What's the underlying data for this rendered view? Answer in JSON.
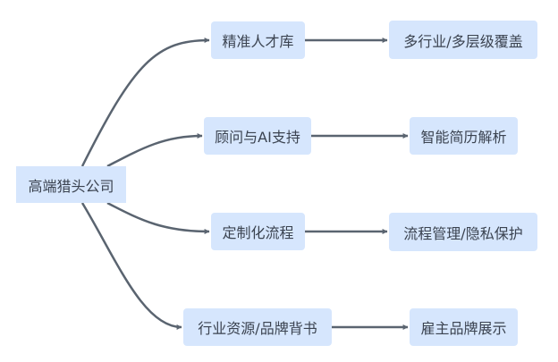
{
  "diagram": {
    "type": "mindmap-flow",
    "colors": {
      "node_fill": "#d6e6fd",
      "text": "#3b4350",
      "edge": "#5a6470"
    },
    "root": {
      "id": "root",
      "label": "高端猎头公司"
    },
    "branches": [
      {
        "id": "b1",
        "label": "精准人才库",
        "child": {
          "id": "c1",
          "label": "多行业/多层级覆盖"
        }
      },
      {
        "id": "b2",
        "label": "顾问与AI支持",
        "child": {
          "id": "c2",
          "label": "智能简历解析"
        }
      },
      {
        "id": "b3",
        "label": "定制化流程",
        "child": {
          "id": "c3",
          "label": "流程管理/隐私保护"
        }
      },
      {
        "id": "b4",
        "label": "行业资源/品牌背书",
        "child": {
          "id": "c4",
          "label": "雇主品牌展示"
        }
      }
    ],
    "edges": [
      {
        "from": "root",
        "to": "b1"
      },
      {
        "from": "root",
        "to": "b2"
      },
      {
        "from": "root",
        "to": "b3"
      },
      {
        "from": "root",
        "to": "b4"
      },
      {
        "from": "b1",
        "to": "c1"
      },
      {
        "from": "b2",
        "to": "c2"
      },
      {
        "from": "b3",
        "to": "c3"
      },
      {
        "from": "b4",
        "to": "c4"
      }
    ]
  }
}
